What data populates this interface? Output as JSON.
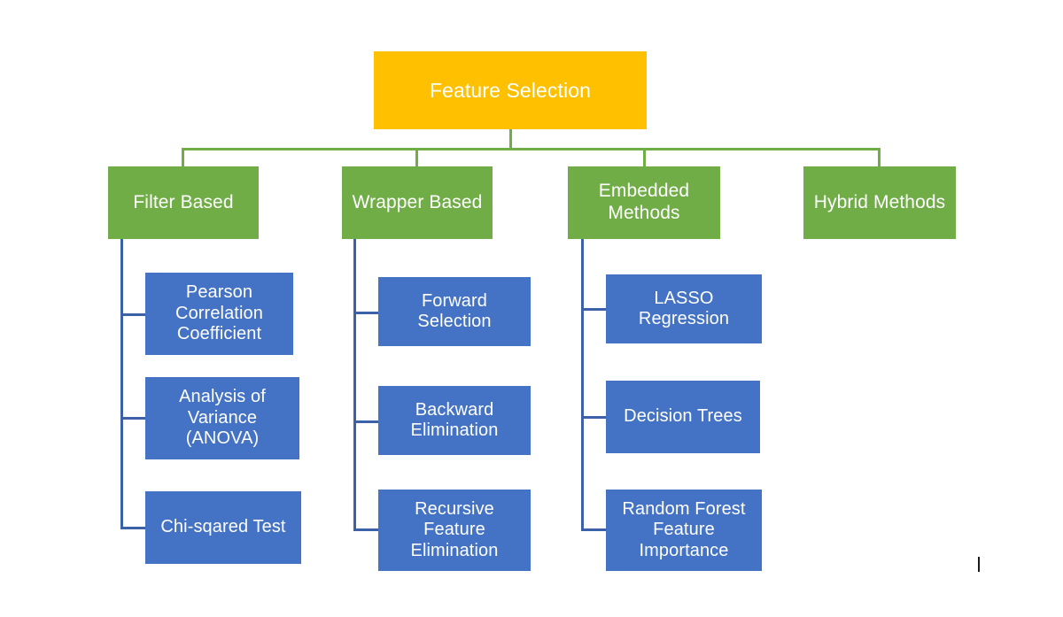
{
  "diagram": {
    "title_node": {
      "label": "Feature Selection",
      "color": "#FFC000"
    },
    "branch_color": "#70AD47",
    "leaf_color": "#4472C4",
    "connector_color_top": "#70AD47",
    "connector_color_branch": "#3B61A8",
    "branches": [
      {
        "label": "Filter Based",
        "leaves": [
          {
            "label": "Pearson\nCorrelation\nCoefficient"
          },
          {
            "label": "Analysis of\nVariance\n(ANOVA)"
          },
          {
            "label": "Chi-sqared Test"
          }
        ]
      },
      {
        "label": "Wrapper Based",
        "leaves": [
          {
            "label": "Forward\nSelection"
          },
          {
            "label": "Backward\nElimination"
          },
          {
            "label": "Recursive\nFeature\nElimination"
          }
        ]
      },
      {
        "label": "Embedded\nMethods",
        "leaves": [
          {
            "label": "LASSO\nRegression"
          },
          {
            "label": "Decision Trees"
          },
          {
            "label": "Random Forest\nFeature\nImportance"
          }
        ]
      },
      {
        "label": "Hybrid Methods",
        "leaves": []
      }
    ]
  }
}
